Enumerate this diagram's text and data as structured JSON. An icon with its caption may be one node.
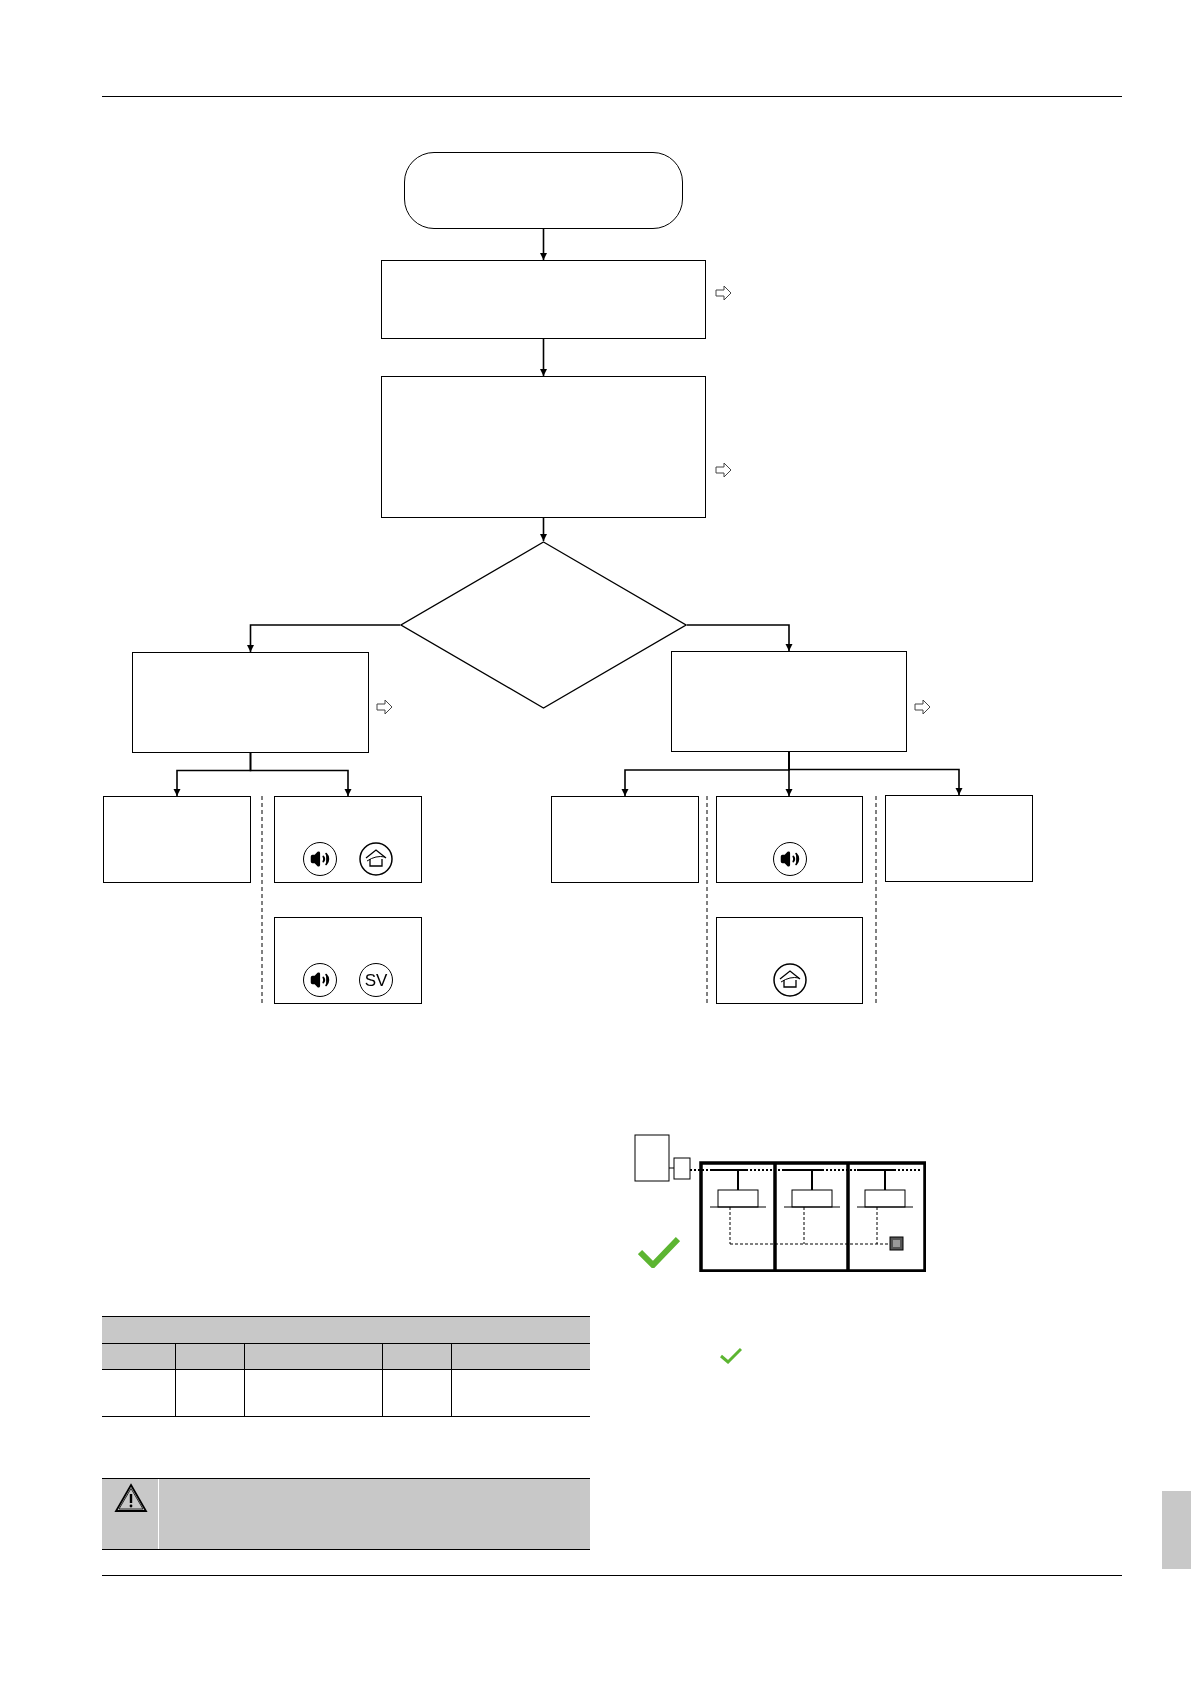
{
  "diagram": {
    "nodes": [
      {
        "text": [],
        "shape": "box"
      },
      {
        "text": [],
        "shape": "box"
      },
      {
        "text": [],
        "shape": "box"
      },
      {
        "text": [],
        "shape": "diamond"
      },
      {
        "text": [],
        "shape": "box"
      },
      {
        "text": [],
        "shape": "box"
      },
      {
        "text": [],
        "shape": "box"
      },
      {
        "text": [],
        "shape": "box"
      },
      {
        "text": [],
        "shape": "box"
      },
      {
        "text": [],
        "shape": "box"
      },
      {
        "text": [],
        "shape": "box"
      },
      {
        "text": [],
        "shape": "box"
      },
      {
        "text": [],
        "shape": "box"
      }
    ],
    "edges": [
      {
        "from": 0,
        "to": 1,
        "arrow": "to"
      },
      {
        "from": 1,
        "to": 2,
        "arrow": "to"
      },
      {
        "from": 2,
        "to": 3,
        "arrow": "to"
      },
      {
        "from": 3,
        "to": 4,
        "arrow": "to"
      },
      {
        "from": 3,
        "to": 5,
        "arrow": "to"
      },
      {
        "from": 4,
        "to": 6,
        "arrow": "to"
      },
      {
        "from": 4,
        "to": 7,
        "arrow": "to"
      },
      {
        "from": 5,
        "to": 8,
        "arrow": "to"
      },
      {
        "from": 5,
        "to": 9,
        "arrow": "to"
      },
      {
        "from": 5,
        "to": 10,
        "arrow": "to"
      }
    ],
    "labels": [
      "SV"
    ]
  }
}
